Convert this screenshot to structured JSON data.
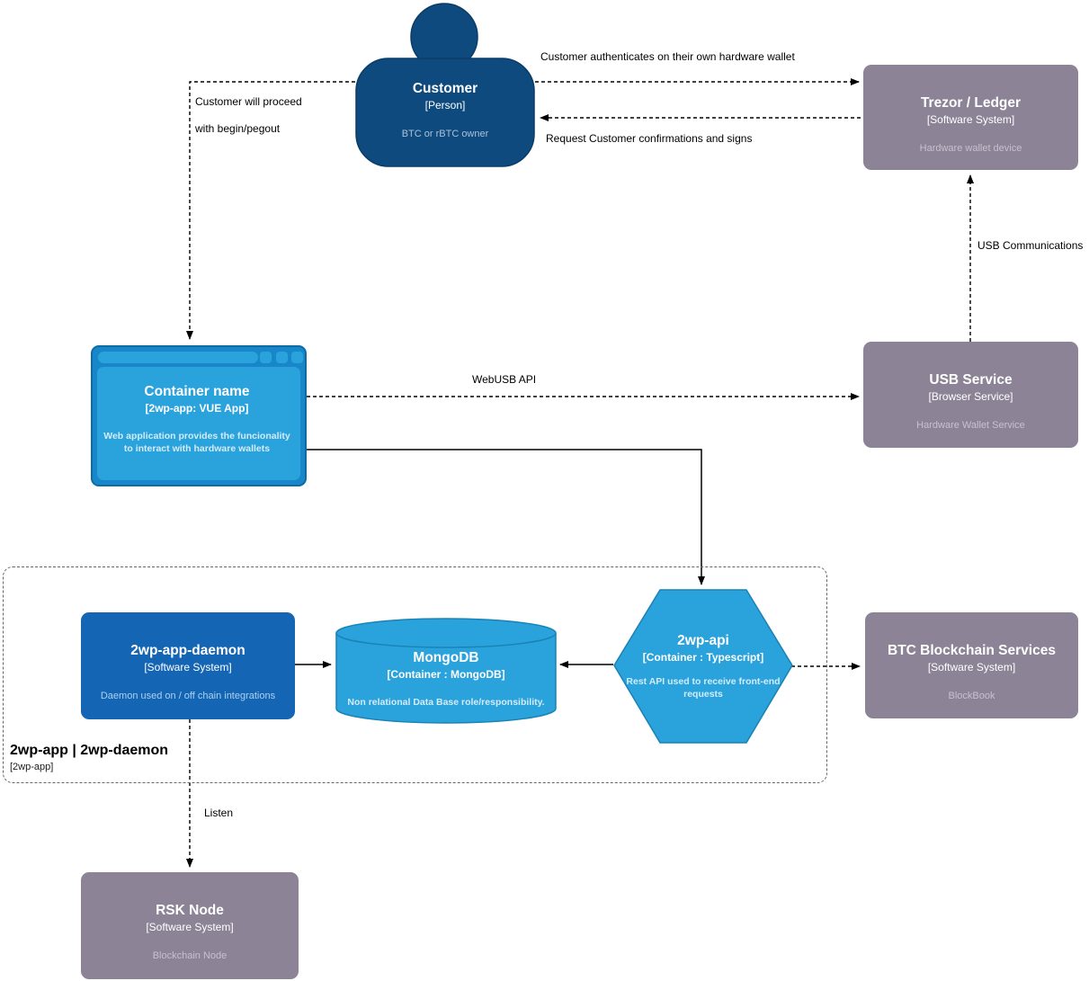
{
  "colors": {
    "person_fill": "#0E4A7E",
    "person_stroke": "#0A3C68",
    "external_fill": "#8C8496",
    "system_fill": "#1565B5",
    "container_fill": "#2AA2DC",
    "container_stroke": "#1A82B4",
    "browser_frame": "#1787C9",
    "browser_border": "#0C6CA6",
    "edge": "#000000",
    "boundary": "#666666"
  },
  "nodes": {
    "customer": {
      "title": "Customer",
      "subtitle": "[Person]",
      "desc": "BTC or rBTC owner"
    },
    "trezor": {
      "title": "Trezor / Ledger",
      "subtitle": "[Software System]",
      "desc": "Hardware wallet device"
    },
    "webapp": {
      "title": "Container name",
      "subtitle": "[2wp-app: VUE App]",
      "desc": "Web application provides the funcionality to interact with hardware wallets"
    },
    "usb": {
      "title": "USB Service",
      "subtitle": "[Browser Service]",
      "desc": "Hardware Wallet Service"
    },
    "daemon": {
      "title": "2wp-app-daemon",
      "subtitle": "[Software System]",
      "desc": "Daemon used on / off chain integrations"
    },
    "mongo": {
      "title": "MongoDB",
      "subtitle": "[Container : MongoDB]",
      "desc": "Non relational Data Base role/responsibility."
    },
    "api": {
      "title": "2wp-api",
      "subtitle": "[Container : Typescript]",
      "desc": "Rest API used to receive front-end requests"
    },
    "btc": {
      "title": "BTC Blockchain Services",
      "subtitle": "[Software System]",
      "desc": "BlockBook"
    },
    "rsk": {
      "title": "RSK Node",
      "subtitle": "[Software System]",
      "desc": "Blockchain Node"
    }
  },
  "boundary": {
    "title": "2wp-app | 2wp-daemon",
    "subtitle": "[2wp-app]"
  },
  "edges": {
    "auth": "Customer authenticates on their own hardware wallet",
    "confirm": "Request Customer confirmations and signs",
    "proceed1": "Customer will proceed",
    "proceed2": "with begin/pegout",
    "webusb": "WebUSB API",
    "usbcomm": "USB Communications",
    "listen": "Listen"
  }
}
